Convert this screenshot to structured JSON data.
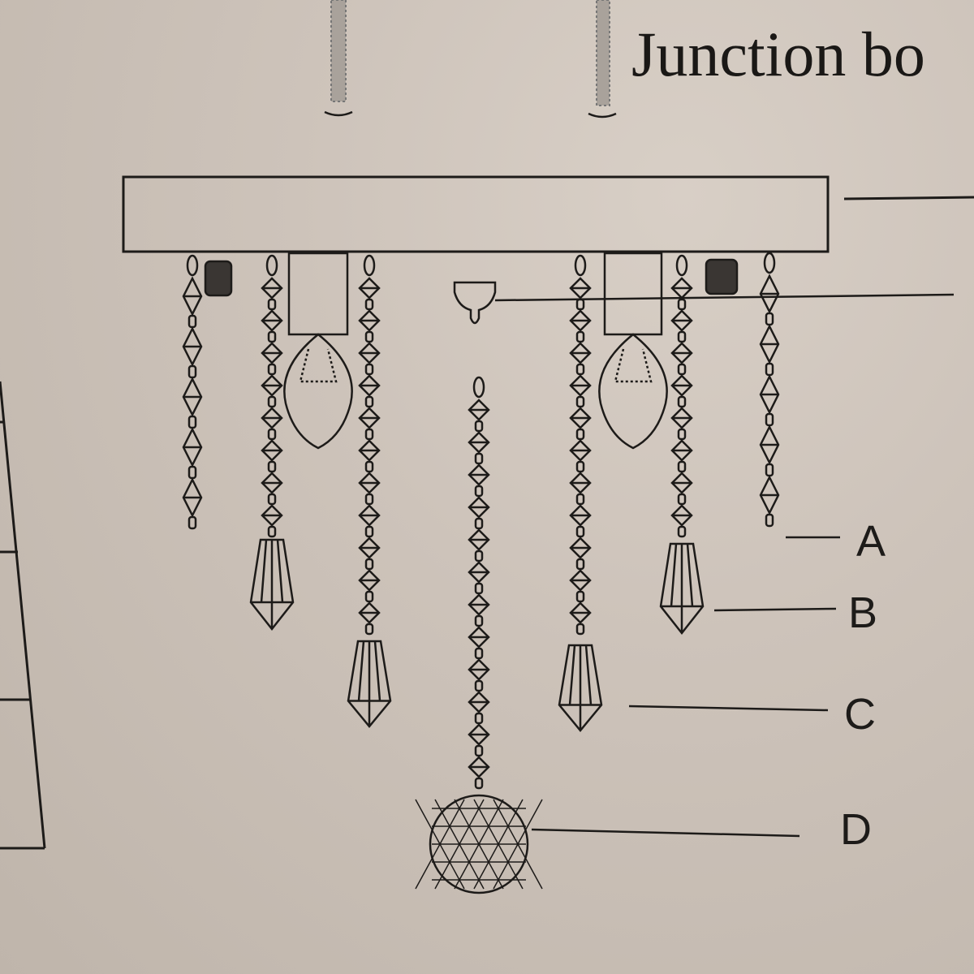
{
  "header": {
    "title": "Junction bo"
  },
  "parts": [
    {
      "label": "A",
      "name": "short-bead-strand"
    },
    {
      "label": "B",
      "name": "small-prism-strand"
    },
    {
      "label": "C",
      "name": "long-prism-strand"
    },
    {
      "label": "D",
      "name": "crystal-ball-strand"
    }
  ],
  "colors": {
    "ink": "#1d1b19",
    "paper": "#cdc3ba"
  }
}
